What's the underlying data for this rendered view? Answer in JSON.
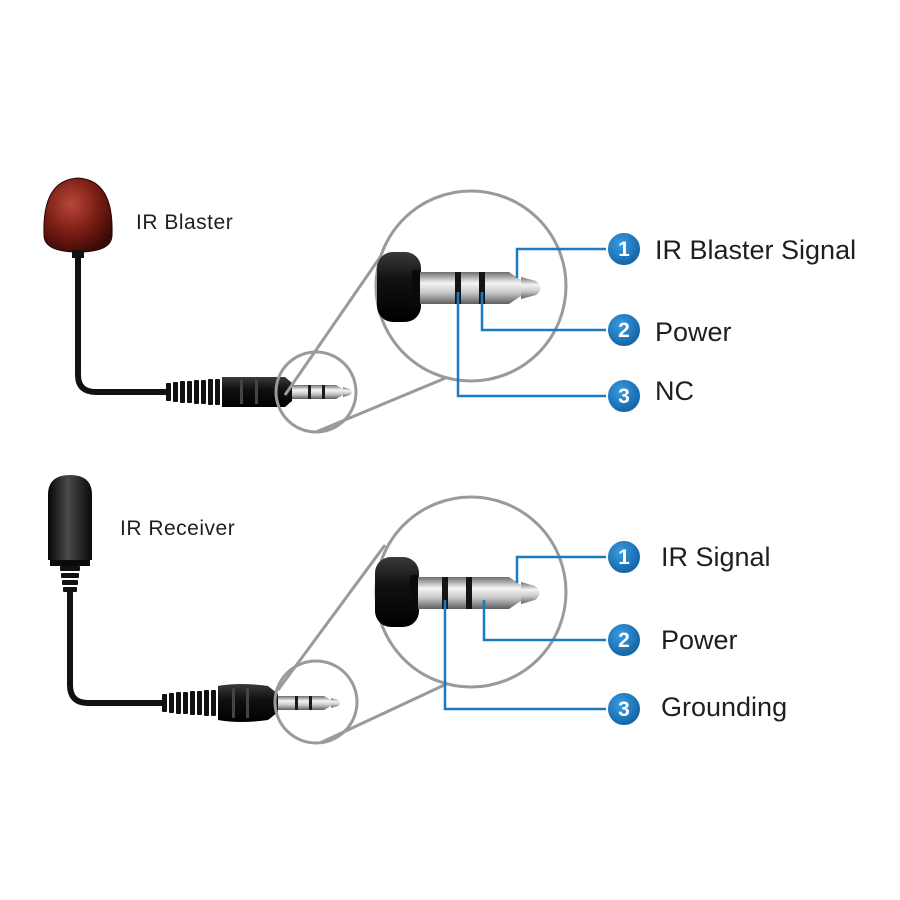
{
  "colors": {
    "leader": "#1a7bbf",
    "badge": "#1a7bbf",
    "blaster_head": "#7a1e14",
    "receiver_head": "#1a1a1a",
    "cable": "#111111",
    "magnifier": "#9a9a9a"
  },
  "blaster": {
    "label": "IR Blaster",
    "pins": [
      {
        "number": "1",
        "label": "IR Blaster Signal"
      },
      {
        "number": "2",
        "label": "Power"
      },
      {
        "number": "3",
        "label": "NC"
      }
    ]
  },
  "receiver": {
    "label": "IR Receiver",
    "pins": [
      {
        "number": "1",
        "label": "IR Signal"
      },
      {
        "number": "2",
        "label": "Power"
      },
      {
        "number": "3",
        "label": "Grounding"
      }
    ]
  }
}
